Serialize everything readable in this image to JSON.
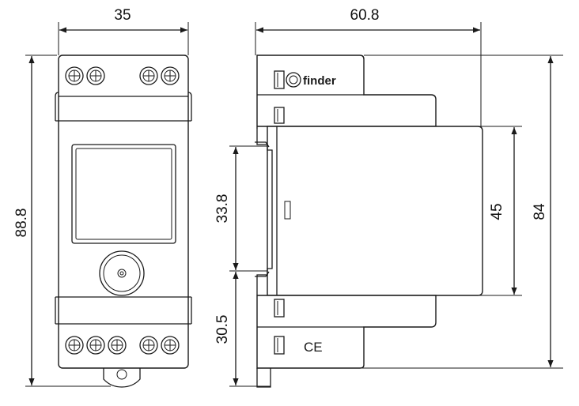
{
  "dimensions": {
    "front_width": "35",
    "front_height": "88.8",
    "side_depth": "60.8",
    "side_height": "84",
    "cover_height": "45",
    "rail_upper": "33.8",
    "rail_lower": "30.5"
  },
  "marks": {
    "brand": "finder",
    "ce": "CE"
  }
}
